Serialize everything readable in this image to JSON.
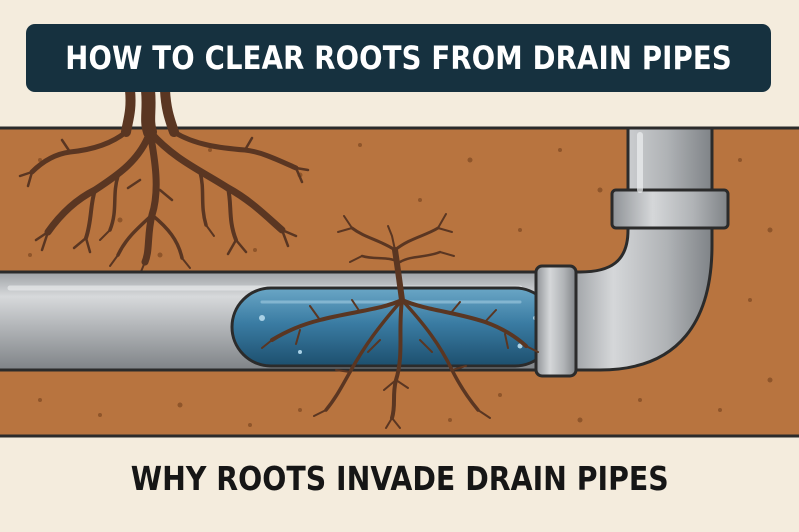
{
  "header": {
    "title": "HOW TO CLEAR ROOTS FROM DRAIN PIPES"
  },
  "footer": {
    "caption": "WHY ROOTS INVADE DRAIN PIPES"
  },
  "colors": {
    "background": "#f4ecdd",
    "title_bg": "#16313f",
    "soil": "#b8743f",
    "pipe": "#b9bcbf",
    "water": "#2f6f94",
    "root": "#5a3622"
  },
  "icons": [
    "tree-roots-illustration",
    "drain-pipe-illustration",
    "water-icon"
  ]
}
